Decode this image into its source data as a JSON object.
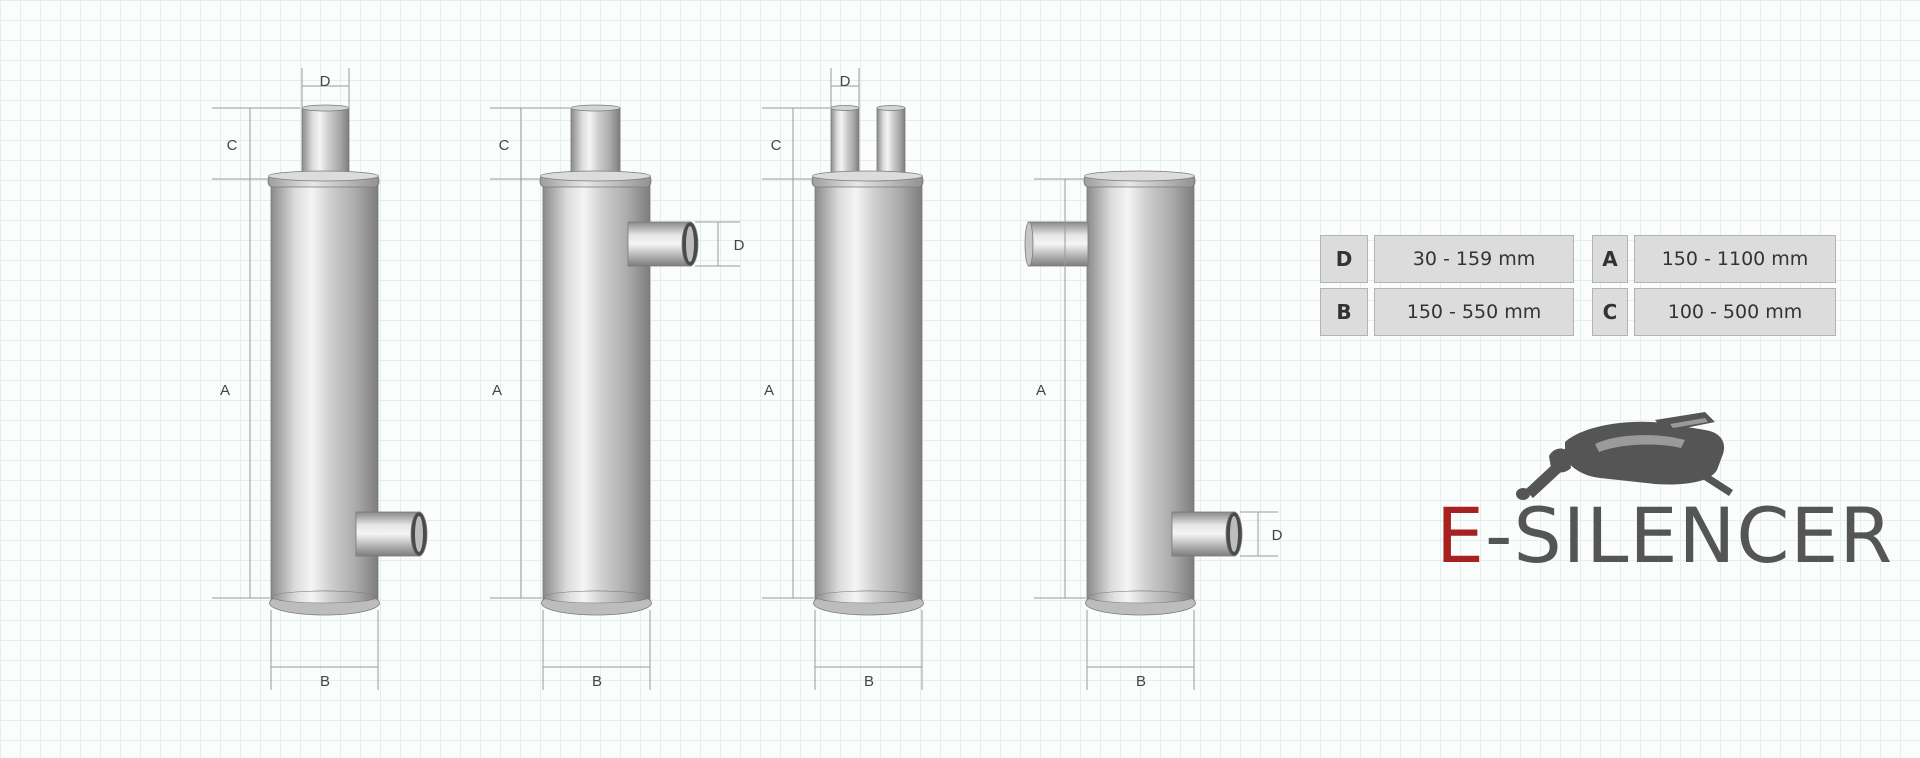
{
  "dimension_labels": {
    "a": "A",
    "b": "B",
    "c": "C",
    "d": "D"
  },
  "specs": [
    {
      "key": "D",
      "value": "30 - 159 mm"
    },
    {
      "key": "A",
      "value": "150 - 1100 mm"
    },
    {
      "key": "B",
      "value": "150 - 550 mm"
    },
    {
      "key": "C",
      "value": "100 - 500 mm"
    }
  ],
  "brand": {
    "first_letter": "E",
    "rest": "-SILENCER",
    "accent_color": "#a82121",
    "text_color": "#555555",
    "icon": "muffler-icon"
  },
  "colors": {
    "grid": "#e3eef0",
    "metal_dark": "#8c8c8c",
    "metal_light": "#f2f2f2",
    "cell_bg": "#dcdcdc"
  }
}
